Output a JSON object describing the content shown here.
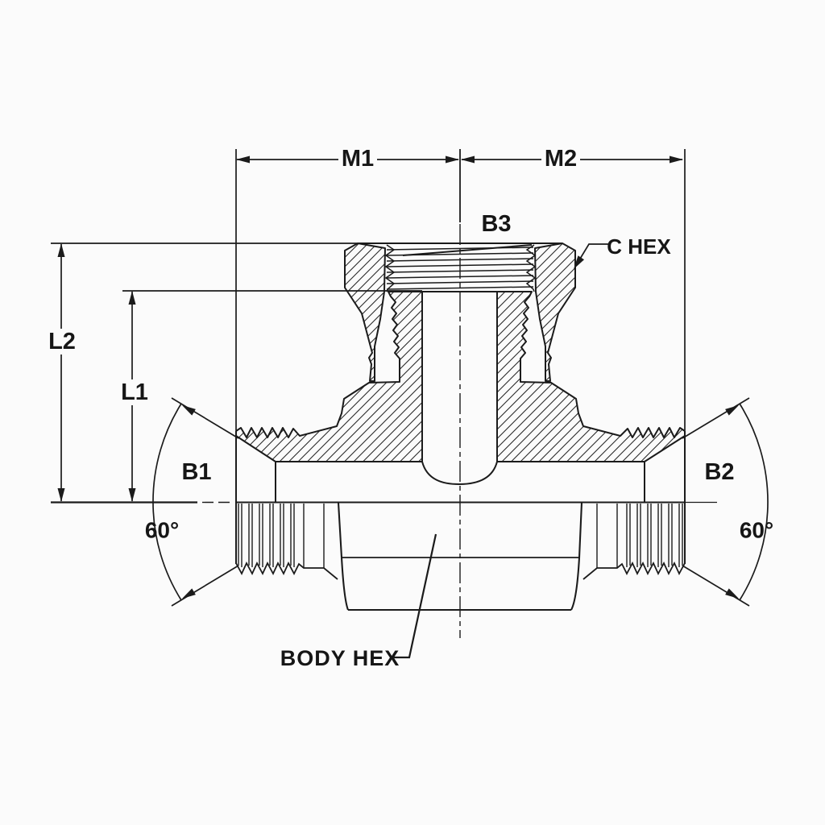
{
  "page": {
    "background": "#fbfbfb"
  },
  "drawing": {
    "type": "technical-drawing-cross-section",
    "subject": "hydraulic branch tee fitting with swivel nut, half-section view",
    "line_color": "#1b1b1b",
    "text_color": "#161616",
    "labels": {
      "m1": "M1",
      "m2": "M2",
      "b3": "B3",
      "c_hex": "C HEX",
      "l2": "L2",
      "l1": "L1",
      "b1": "B1",
      "b2": "B2",
      "angle_left": "60°",
      "angle_right": "60°",
      "body_hex": "BODY HEX"
    }
  }
}
